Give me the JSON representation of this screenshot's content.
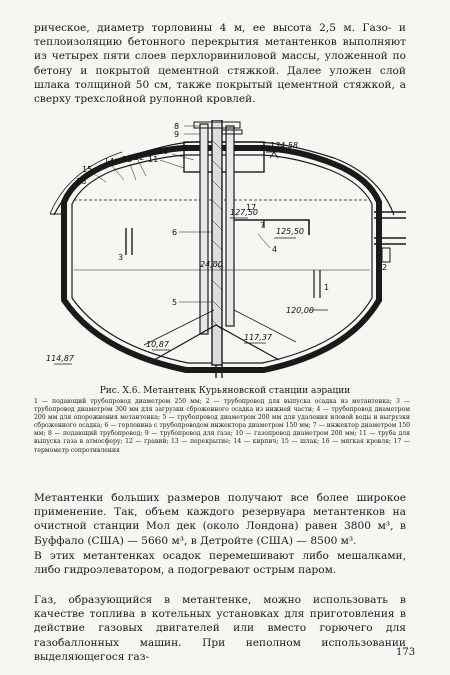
{
  "text": {
    "para1": "рическое, диаметр торловины 4 м, ее высота 2,5 м. Газо- и теплоизоляцию бетонного перекрытия метантенков выполняют из четырех пяти слоев перхлорвиниловой массы, уложенной по бетону и покрытой цементной стяжкой. Далее уложен слой шлака толщиной 50 см, также покрытый цементной стяжкой, а сверху трехслойной рулонной кровлей.",
    "caption_title": "Рис. X.6. Метантенк Курьяновской станции аэрации",
    "caption_body": "1 — подающий трубопровод диаметром 250 мм; 2 — трубопровод для выпуска осадка из метантенка; 3 — трубопровод диаметром 300 мм для загрузки сброженного осадка из нижней части; 4 — трубопровод диаметром 200 мм для опорожнения метантенка; 5 — трубопровод диаметром 200 мм для удаления иловой воды и выгрузки сброженного осадка; 6 — горловина с трубопроводом инжектора диаметром 150 мм; 7 — инжектор диаметром 150 мм; 8 — подающий трубопровод; 9 — трубопровод для газа; 10 — газопровод диаметром 200 мм; 11 — труба для выпуска газа в атмосферу; 12 — гравий; 13 — перекрытие; 14 — кирпич; 15 — шлак; 16 — мягкая кровля; 17 — термометр сопротивления",
    "para2": "Метантенки больших размеров получают все более широкое применение. Так, объем каждого резервуара метантенков на очистной станции Мол дек (около Лондона) равен 3800 м³, в Буффало (США) — 5660 м³, в Детройте (США) — 8500 м³.",
    "para3": "В этих метантенках осадок перемешивают либо мешалками, либо гидроэлеватором, а подогревают острым паром.",
    "para4": "Газ, образующийся в метантенке, можно использовать в качестве топлива в котельных установках для приготовления в действие газовых двигателей или вместо горючего для газобаллонных машин. При неполном использовании выделяющегося газ-",
    "page_number": "173"
  },
  "figure": {
    "elevations": [
      "134,58",
      "127,50",
      "125,50",
      "24,00",
      "120,00",
      "117,37",
      "10,87",
      "114,87"
    ],
    "callouts": [
      "8",
      "9",
      "10",
      "11",
      "12",
      "13",
      "14",
      "15",
      "16",
      "17",
      "6",
      "5",
      "4",
      "3",
      "2",
      "1",
      "7"
    ]
  }
}
